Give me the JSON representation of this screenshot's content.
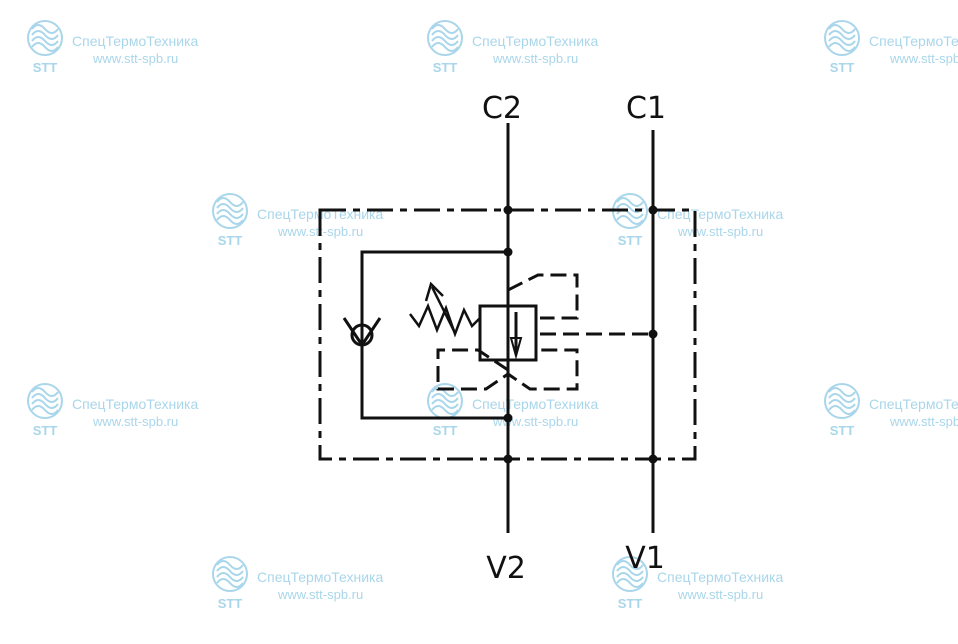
{
  "colors": {
    "line": "#111111",
    "watermark": "#a9d6ea"
  },
  "ports": {
    "c2": "C2",
    "c1": "C1",
    "v2": "V2",
    "v1": "V1"
  },
  "watermark": {
    "company": "СпецТермоТехника",
    "website": "www.stt-spb.ru",
    "logo_text": "STT"
  }
}
